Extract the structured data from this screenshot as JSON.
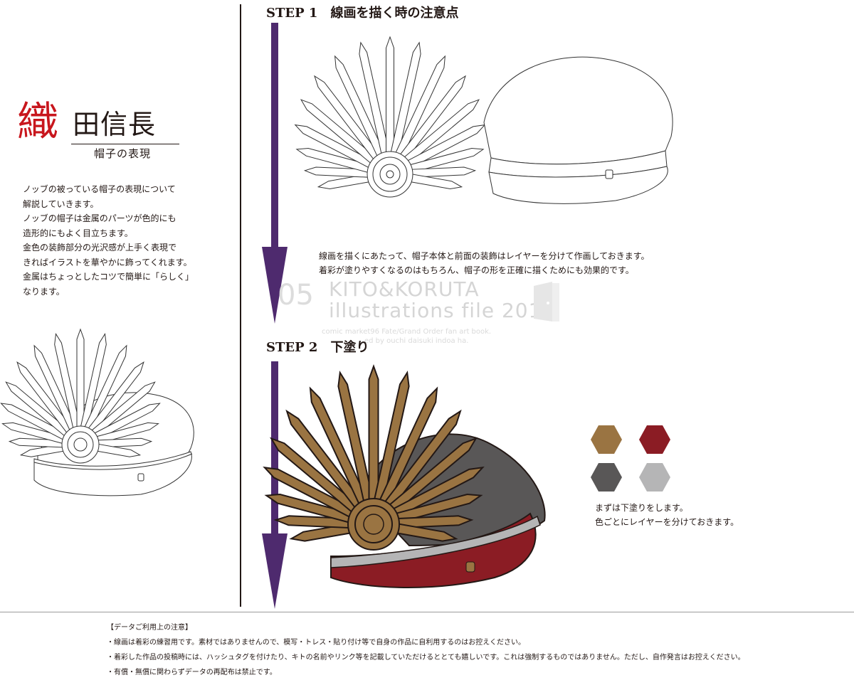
{
  "title": {
    "first_char": "織",
    "rest": "田信長",
    "subtitle": "帽子の表現"
  },
  "intro_lines": [
    "ノッブの被っている帽子の表現について",
    "解説していきます。",
    "ノッブの帽子は金属のパーツが色的にも",
    "造形的にもよく目立ちます。",
    "金色の装飾部分の光沢感が上手く表現で",
    "きればイラストを華やかに飾ってくれます。",
    "金属はちょっとしたコツで簡単に「らしく」",
    "なります。"
  ],
  "step1": {
    "heading": "STEP 1　線画を描く時の注意点",
    "desc_lines": [
      "線画を描くにあたって、帽子本体と前面の装飾はレイヤーを分けて作画しておきます。",
      "着彩が塗りやすくなるのはもちろん、帽子の形を正確に描くためにも効果的です。"
    ]
  },
  "step2": {
    "heading": "STEP 2　下塗り",
    "desc_lines": [
      "まずは下塗りをします。",
      "色ごとにレイヤーを分けておきます。"
    ]
  },
  "watermark": {
    "number": "05",
    "line1": "KITO&KORUTA",
    "line2": "illustrations file 2019",
    "line3": "comic market96 Fate/Grand Order fan art book.",
    "line4": "ed by ouchi daisuki indoa ha."
  },
  "colors": {
    "arrow": "#4e2a6e",
    "gold": "#9a7442",
    "red": "#8b1c24",
    "dark_gray": "#595757",
    "light_gray": "#b5b5b6",
    "title_red": "#c8161d"
  },
  "notes": {
    "heading": "【データご利用上の注意】",
    "lines": [
      "・線画は着彩の練習用です。素材ではありませんので、模写・トレス・貼り付け等で自身の作品に自利用するのはお控えください。",
      "・着彩した作品の投稿時には、ハッシュタグを付けたり、キトの名前やリンク等を記載していただけるととても嬉しいです。これは強制するものではありません。ただし、自作発言はお控えください。",
      "・有償・無償に関わらずデータの再配布は禁止です。"
    ]
  }
}
